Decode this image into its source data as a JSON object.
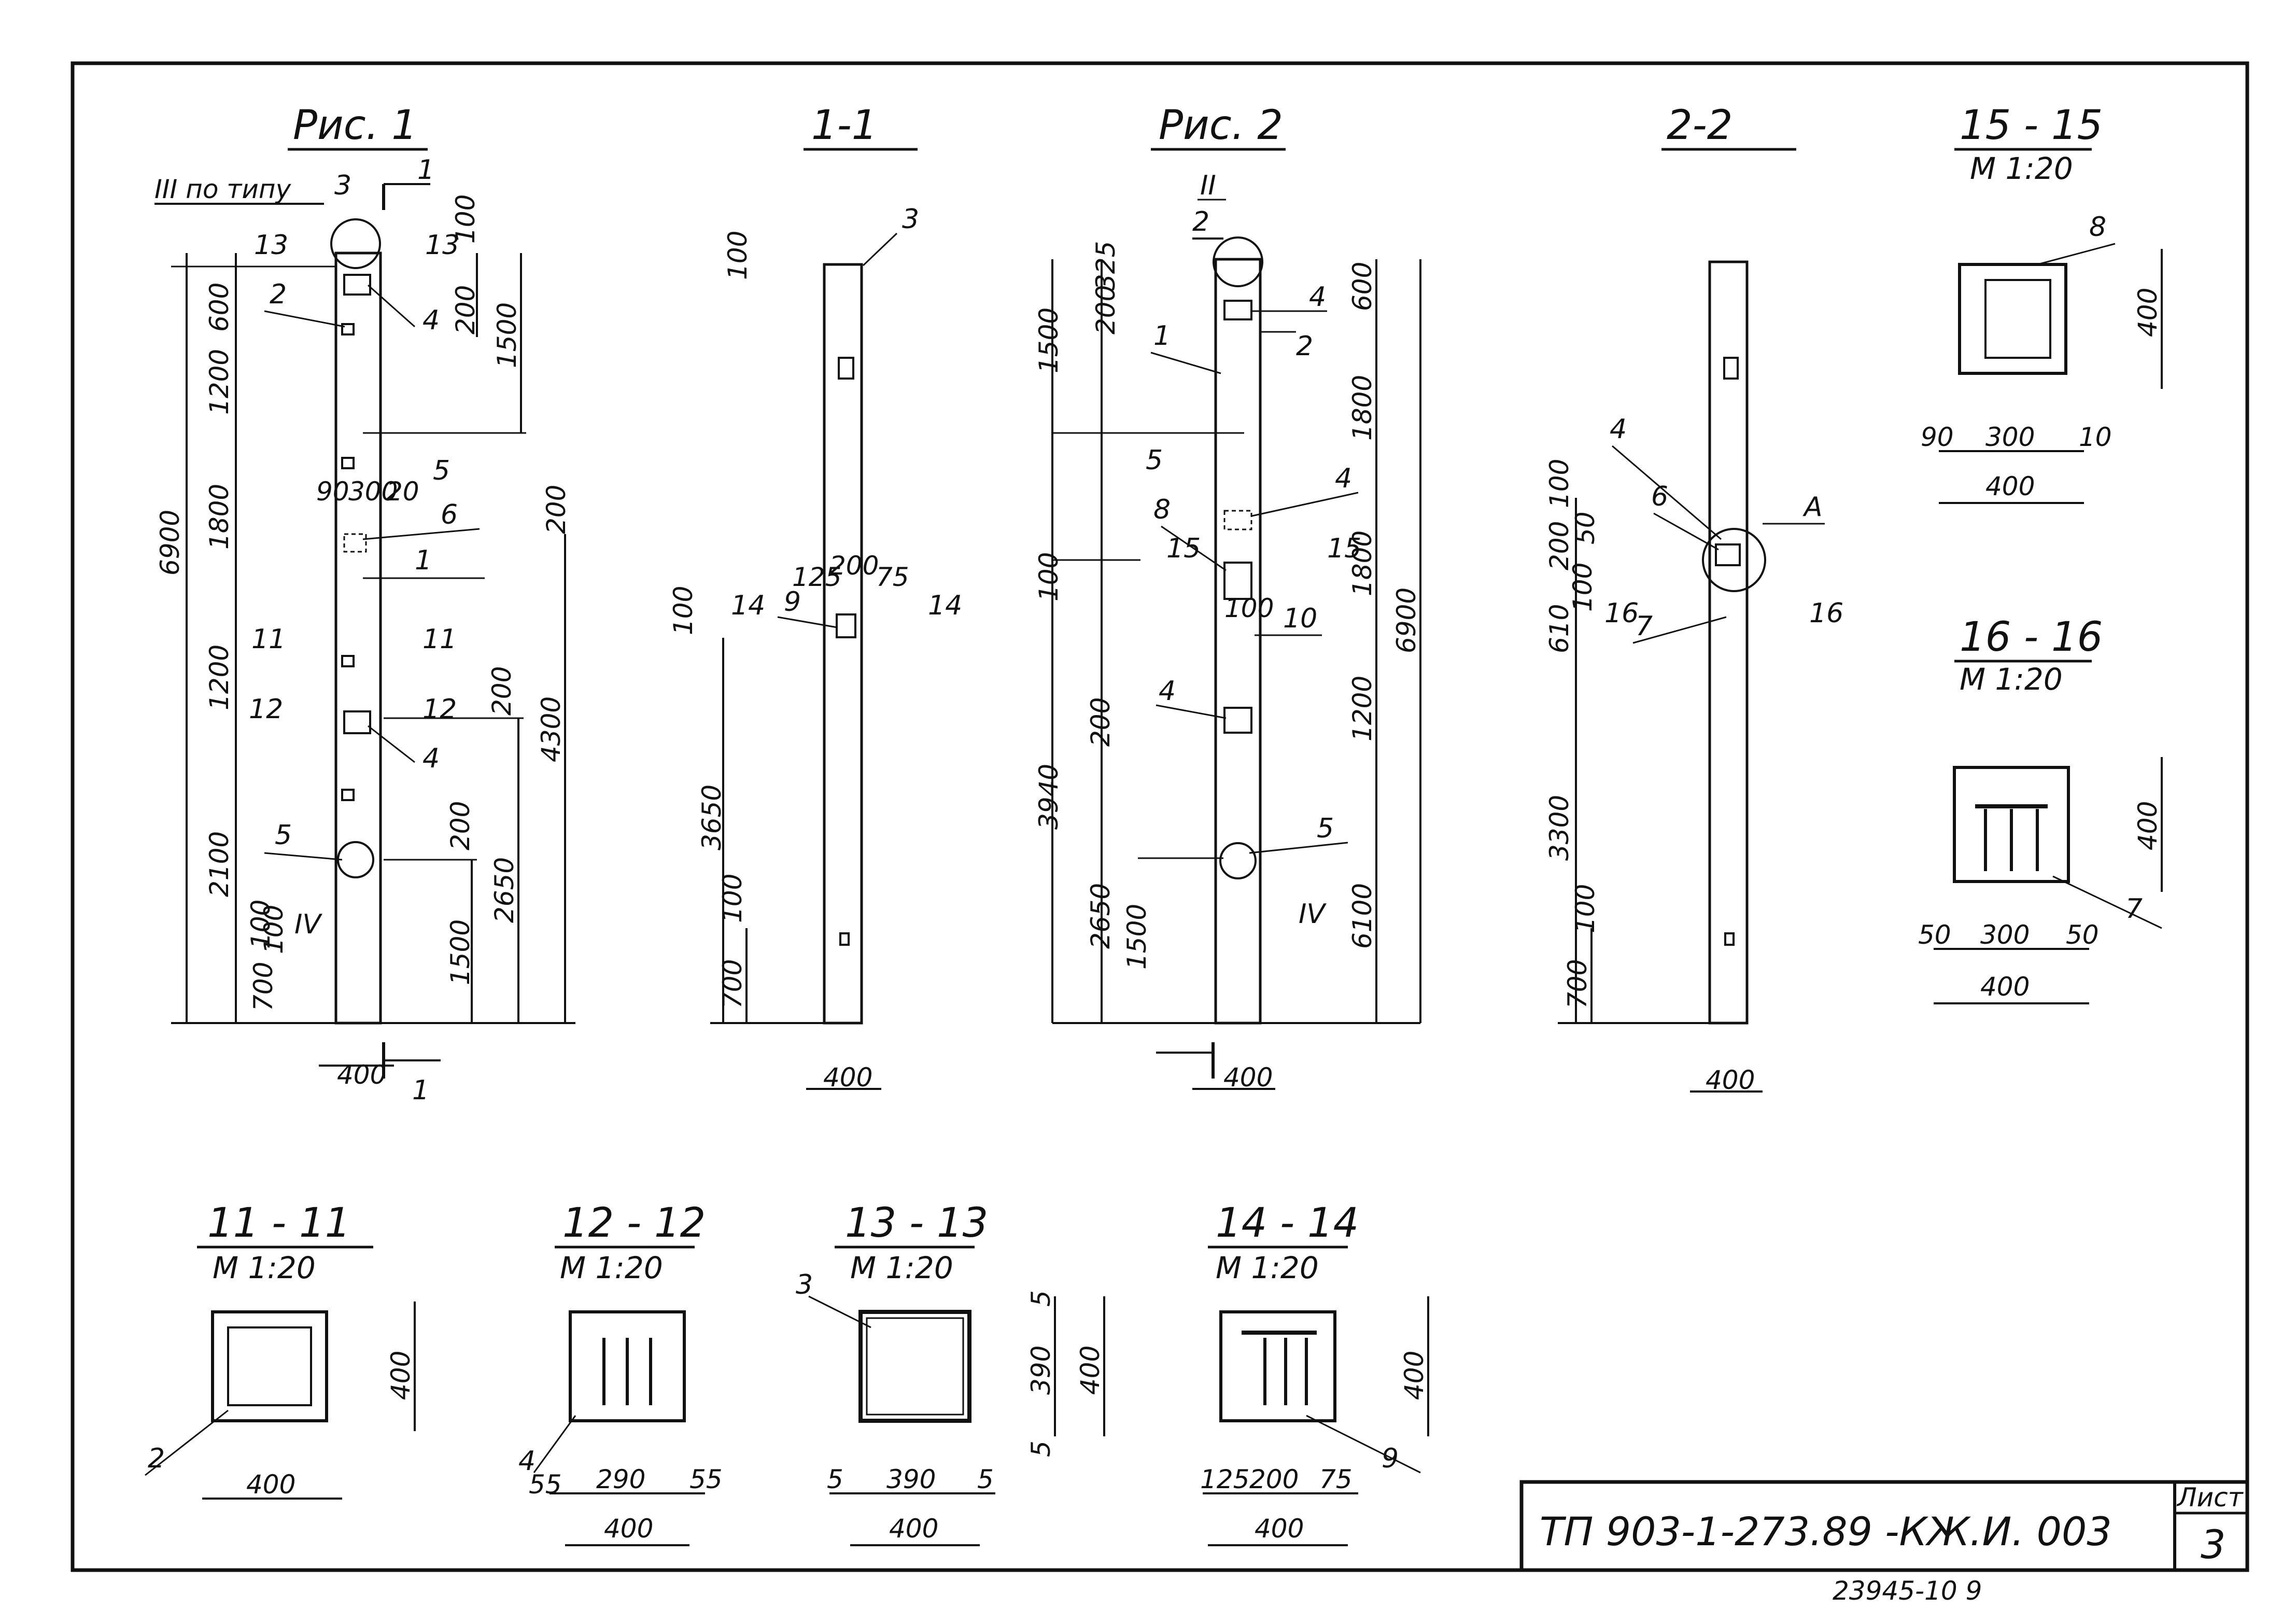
{
  "sheet": {
    "stamp_code": "ТП 903-1-273.89 -КЖ.И. 003",
    "sheet_label": "Лист",
    "sheet_number": "3",
    "archive_number": "23945-10 9"
  },
  "views": {
    "fig1": {
      "title": "Рис. 1",
      "node_note": "III по типу",
      "total_height": "6900",
      "dims_left": [
        "600",
        "1200",
        "1800",
        "1200",
        "2100",
        "700"
      ],
      "dims_right": [
        "100",
        "200",
        "1500",
        "4300",
        "2650",
        "200",
        "1500",
        "200"
      ],
      "dims_misc": [
        "90",
        "300",
        "20",
        "200",
        "100",
        "100"
      ],
      "width": "400",
      "cut_label": "1",
      "sections": [
        "13",
        "11",
        "12"
      ],
      "node_iv": "IV",
      "positions": [
        "1",
        "2",
        "3",
        "4",
        "5",
        "6"
      ]
    },
    "section_1_1": {
      "title": "1-1",
      "dims": [
        "100",
        "3650",
        "700",
        "100",
        "100",
        "125",
        "200",
        "75"
      ],
      "width": "400",
      "positions": [
        "3",
        "9"
      ],
      "section_14": "14"
    },
    "fig2": {
      "title": "Рис. 2",
      "node_ii": "II",
      "total_height": "6900",
      "dims_left": [
        "1500",
        "200",
        "325",
        "100",
        "3940",
        "2650",
        "1500",
        "200"
      ],
      "dims_right": [
        "600",
        "1800",
        "1800",
        "1200",
        "6100"
      ],
      "dims_misc": [
        "100"
      ],
      "width": "400",
      "cut_label": "2",
      "section_15": "15",
      "node_iv": "IV",
      "positions": [
        "1",
        "2",
        "4",
        "5",
        "8",
        "10"
      ]
    },
    "section_2_2": {
      "title": "2-2",
      "dims": [
        "100",
        "50",
        "200",
        "100",
        "3300",
        "610",
        "100",
        "700"
      ],
      "width": "400",
      "node_a": "А",
      "section_16": "16",
      "positions": [
        "4",
        "6",
        "7"
      ]
    },
    "sec_15": {
      "title": "15 - 15",
      "scale": "М 1:20",
      "height": "400",
      "dims": [
        "90",
        "300",
        "10"
      ],
      "width": "400",
      "position": "8"
    },
    "sec_16": {
      "title": "16 - 16",
      "scale": "М 1:20",
      "height": "400",
      "dims": [
        "50",
        "300",
        "50"
      ],
      "width": "400",
      "position": "7"
    },
    "sec_11": {
      "title": "11 - 11",
      "scale": "М 1:20",
      "height": "400",
      "width": "400",
      "position": "2"
    },
    "sec_12": {
      "title": "12 - 12",
      "scale": "М 1:20",
      "dims": [
        "55",
        "290",
        "55"
      ],
      "width": "400",
      "position": "4"
    },
    "sec_13": {
      "title": "13 - 13",
      "scale": "М 1:20",
      "dims": [
        "5",
        "390",
        "5"
      ],
      "vdims": [
        "5",
        "390",
        "400",
        "5"
      ],
      "width": "400",
      "position": "3"
    },
    "sec_14": {
      "title": "14 - 14",
      "scale": "М 1:20",
      "height": "400",
      "dims": [
        "125",
        "200",
        "75"
      ],
      "width": "400",
      "position": "9"
    }
  }
}
